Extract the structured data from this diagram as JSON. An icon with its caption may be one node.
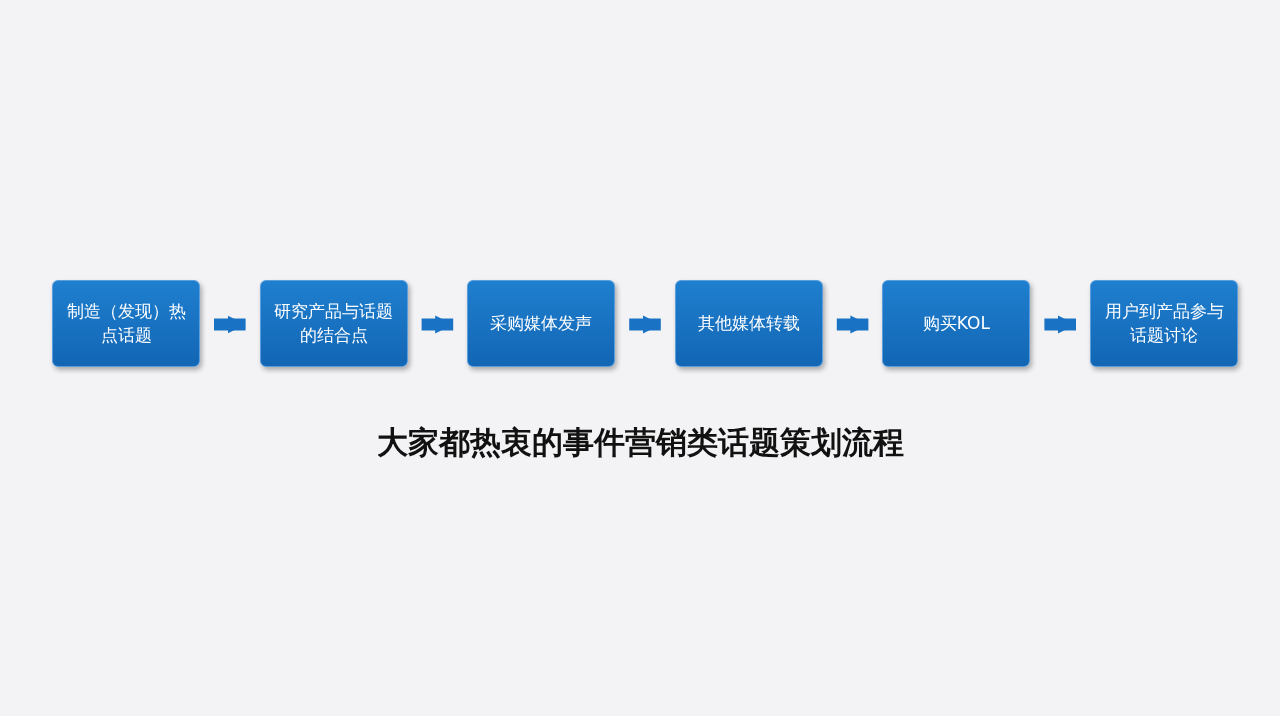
{
  "diagram": {
    "title": "大家都热衷的事件营销类话题策划流程",
    "nodes": [
      {
        "text": [
          "制造（发现）热点话题"
        ]
      },
      {
        "text": [
          "研究产品与话题的结合点"
        ]
      },
      {
        "text": [
          "采购媒体发声"
        ]
      },
      {
        "text": [
          "其他媒体转载"
        ]
      },
      {
        "text": [
          "购买KOL"
        ]
      },
      {
        "text": [
          "用户到产品参与话题讨论"
        ]
      }
    ],
    "edges": [
      {
        "from": 0,
        "to": 1,
        "arrow": "to"
      },
      {
        "from": 1,
        "to": 2,
        "arrow": "to"
      },
      {
        "from": 2,
        "to": 3,
        "arrow": "to"
      },
      {
        "from": 3,
        "to": 4,
        "arrow": "to"
      },
      {
        "from": 4,
        "to": 5,
        "arrow": "to"
      }
    ]
  }
}
